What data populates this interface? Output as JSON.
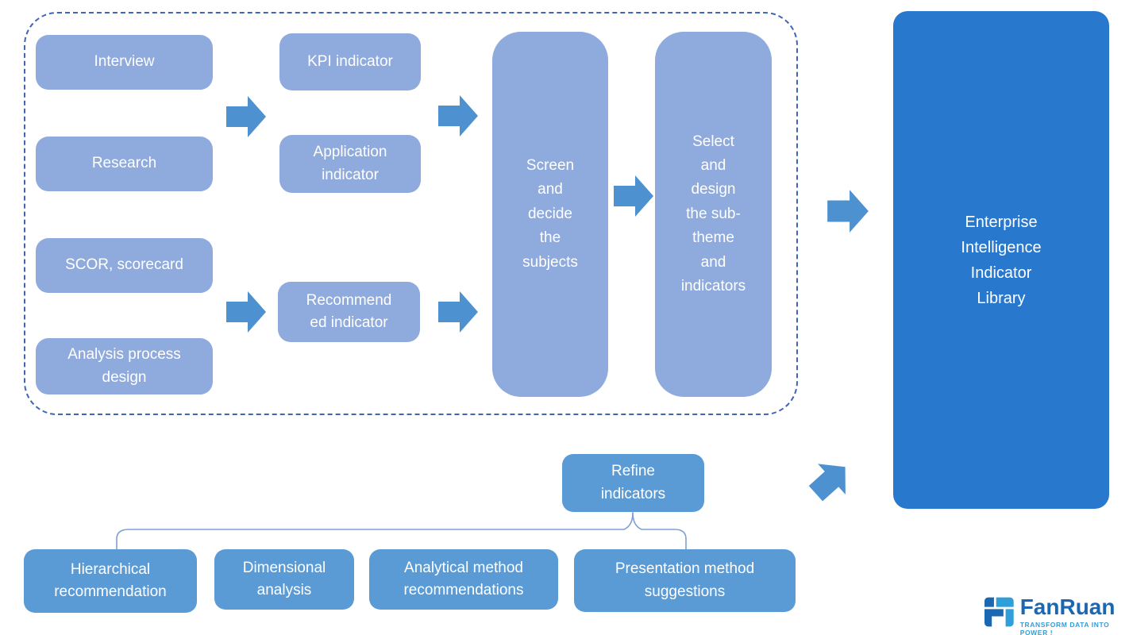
{
  "diagram": {
    "sources": [
      {
        "label": "Interview"
      },
      {
        "label": "Research"
      },
      {
        "label": "SCOR, scorecard"
      },
      {
        "label": "Analysis process\ndesign"
      }
    ],
    "indicators": [
      {
        "label": "KPI indicator"
      },
      {
        "label": "Application\nindicator"
      },
      {
        "label": "Recommend\ned indicator"
      }
    ],
    "screen_box": {
      "label": "Screen\nand\ndecide\nthe\nsubjects"
    },
    "select_box": {
      "label": "Select\nand\ndesign\nthe sub-\ntheme\nand\nindicators"
    },
    "library_box": {
      "label": "Enterprise\nIntelligence\nIndicator\nLibrary"
    },
    "refine_box": {
      "label": "Refine\nindicators"
    },
    "refine_children": [
      {
        "label": "Hierarchical\nrecommendation"
      },
      {
        "label": "Dimensional\nanalysis"
      },
      {
        "label": "Analytical method\nrecommendations"
      },
      {
        "label": "Presentation method\nsuggestions"
      }
    ]
  },
  "branding": {
    "logo_text": "FanRuan",
    "tagline": "TRANSFORM DATA INTO POWER !"
  },
  "colors": {
    "light_box": "#8FAADC",
    "medium_box": "#5B9BD5",
    "arrow": "#4E91D1",
    "library_box": "#2878CE",
    "dashed_border": "#4165B5",
    "connector": "#7E9FD6",
    "text": "#FFFFFF",
    "logo_blue": "#1B67B2",
    "logo_light_blue": "#2F9FD9"
  }
}
